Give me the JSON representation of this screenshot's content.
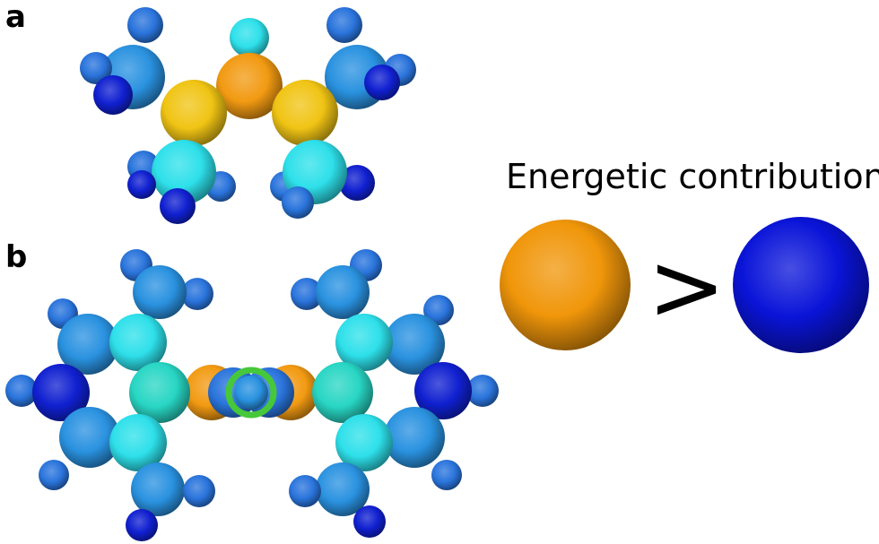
{
  "panels": {
    "a": {
      "label": "a"
    },
    "b": {
      "label": "b"
    }
  },
  "legend": {
    "title": "Energetic contribution:",
    "comparison_symbol": ">",
    "high_color": "#f0960a",
    "low_color": "#0a14d8"
  },
  "palette": {
    "orange": "#f29a12",
    "yellow": "#f0c414",
    "cyan": "#2ee0ea",
    "teal": "#28d6c4",
    "mid_blue": "#2a92e0",
    "steel_blue": "#2a74dc",
    "deep_blue": "#1020d0",
    "ring_green": "#46c83a"
  }
}
